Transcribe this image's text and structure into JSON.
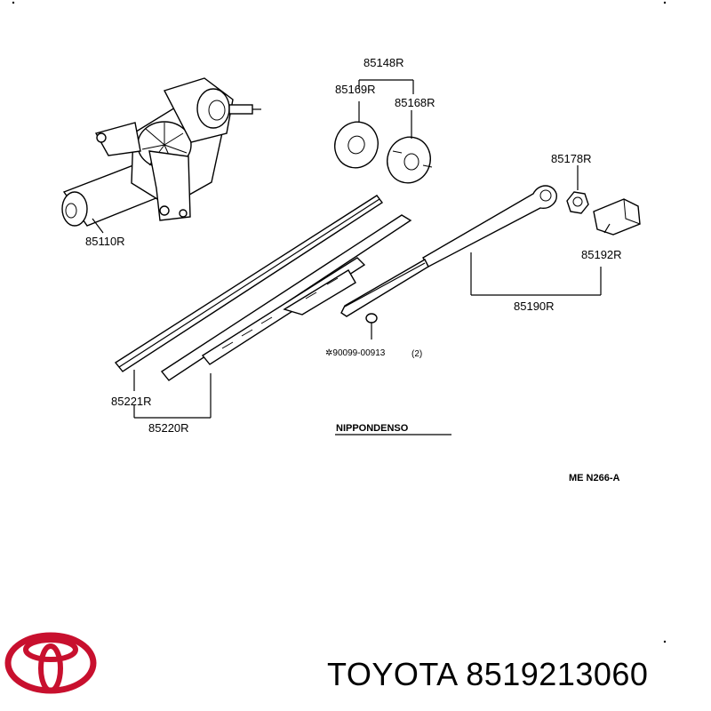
{
  "diagram": {
    "parts": {
      "p85148": "85148R",
      "p85169": "85169R",
      "p85168": "85168R",
      "p85110": "85110R",
      "p85178": "85178R",
      "p85192": "85192R",
      "p85190": "85190R",
      "p85221": "85221R",
      "p85220": "85220R",
      "screw": "✲90099-00913",
      "screw_qty": "(2)"
    },
    "maker": "NIPPONDENSO",
    "ref_code": "ME N266-A"
  },
  "footer": {
    "brand": "TOYOTA",
    "part_number": "8519213060"
  }
}
